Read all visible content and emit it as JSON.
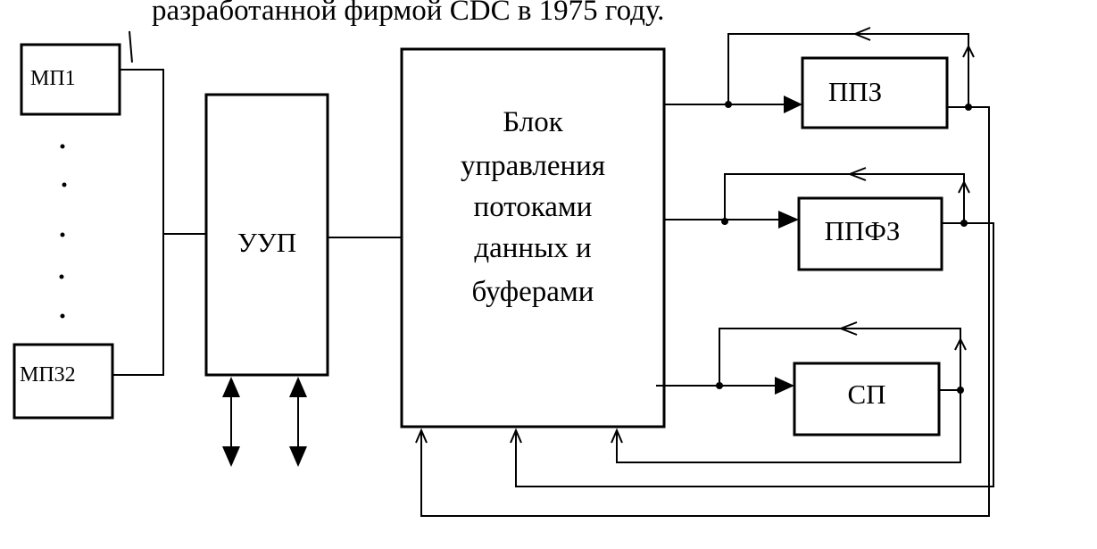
{
  "header_text": "разработанной фирмой CDC в 1975 году.",
  "blocks": {
    "mp1": "МП1",
    "mp32": "МП32",
    "uup": "УУП",
    "control": [
      "Блок",
      "управления",
      "потоками",
      "данных и",
      "буферами"
    ],
    "ppz": "ППЗ",
    "ppfz": "ППФЗ",
    "sp": "СП"
  },
  "colors": {
    "ink": "#000000",
    "paper": "#ffffff"
  }
}
